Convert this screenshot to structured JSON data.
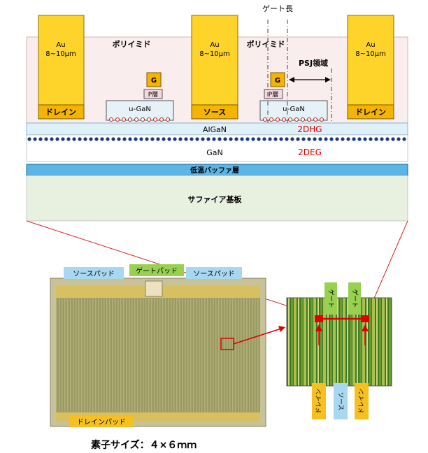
{
  "cross_section": {
    "gate_length_label": "ゲート長",
    "psj_label": "PSJ領域",
    "polyimide_left": "ポリイミド",
    "polyimide_right": "ポリイミド",
    "au_pads": [
      {
        "line1": "Au",
        "line2": "8~10μm"
      },
      {
        "line1": "Au",
        "line2": "8~10μm"
      },
      {
        "line1": "Au",
        "line2": "8~10μm"
      }
    ],
    "drain_left": "ドレイン",
    "source": "ソース",
    "drain_right": "ドレイン",
    "gate_left": "G",
    "gate_right": "G",
    "p_layer_left": "P層",
    "p_layer_right": "P層",
    "ugan_left": "u-GaN",
    "ugan_right": "u-GaN",
    "algan": "AlGaN",
    "dhg": "2DHG",
    "gan": "GaN",
    "deg": "2DEG",
    "buffer": "低温バッファ層",
    "sapphire": "サファイア基板"
  },
  "chip": {
    "source_pad_left": "ソースパッド",
    "gate_pad": "ゲートパッド",
    "source_pad_right": "ソースパッド",
    "drain_pad": "ドレインパッド",
    "size_label": "素子サイズ：４×６ｍｍ"
  },
  "zoom": {
    "gate_a": "ゲート",
    "gate_b": "ゲート",
    "drain_a": "ドレイン",
    "source": "ソース",
    "drain_b": "ドレイン"
  },
  "colors": {
    "au_yellow": "#ffd42a",
    "pad_orange": "#f5b400",
    "ugan_fill": "#e6f2f8",
    "algan_fill": "#e0f0f8",
    "buffer_fill": "#5bb5e5",
    "sapphire_fill": "#e8f0e0",
    "accent_red": "#e00000",
    "label_blue": "#a8d8f0",
    "label_green": "#98d050"
  }
}
